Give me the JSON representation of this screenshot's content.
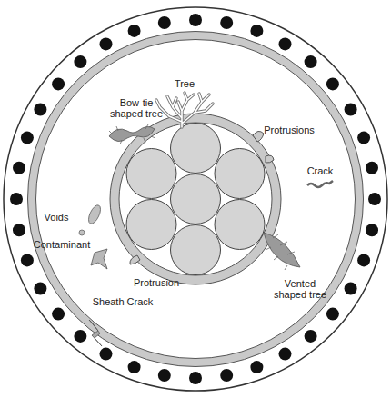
{
  "diagram": {
    "labels": [
      "Tree",
      "Bow-tie shaped tree",
      "Protrusions",
      "Crack",
      "Voids",
      "Contaminant",
      "Protrusion",
      "Vented shaped tree",
      "Sheath Crack"
    ]
  }
}
